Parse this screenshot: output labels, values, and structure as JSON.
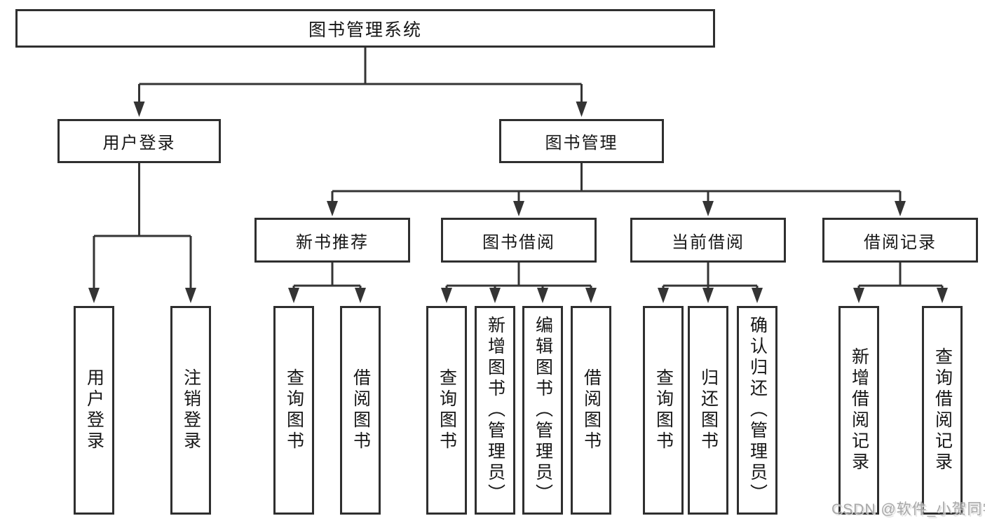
{
  "diagram": {
    "tree": {
      "root": {
        "label": "图书管理系统"
      },
      "branches": [
        {
          "label": "用户登录",
          "leaves": [
            {
              "label": "用户登录"
            },
            {
              "label": "注销登录"
            }
          ]
        },
        {
          "label": "图书管理",
          "groups": [
            {
              "label": "新书推荐",
              "leaves": [
                {
                  "label": "查询图书"
                },
                {
                  "label": "借阅图书"
                }
              ]
            },
            {
              "label": "图书借阅",
              "leaves": [
                {
                  "label": "查询图书"
                },
                {
                  "label": "新增图书（管理员）"
                },
                {
                  "label": "编辑图书（管理员）"
                },
                {
                  "label": "借阅图书"
                }
              ]
            },
            {
              "label": "当前借阅",
              "leaves": [
                {
                  "label": "查询图书"
                },
                {
                  "label": "归还图书"
                },
                {
                  "label": "确认归还（管理员）"
                }
              ]
            },
            {
              "label": "借阅记录",
              "leaves": [
                {
                  "label": "新增借阅记录"
                },
                {
                  "label": "查询借阅记录"
                }
              ]
            }
          ]
        }
      ]
    },
    "watermark": {
      "text": "CSDN @软件_小贺同学"
    },
    "colors": {
      "line": "#343434",
      "box_border": "#2f2f2f",
      "text": "#161616",
      "watermark": "#a8a8a8",
      "background": "#ffffff"
    }
  }
}
